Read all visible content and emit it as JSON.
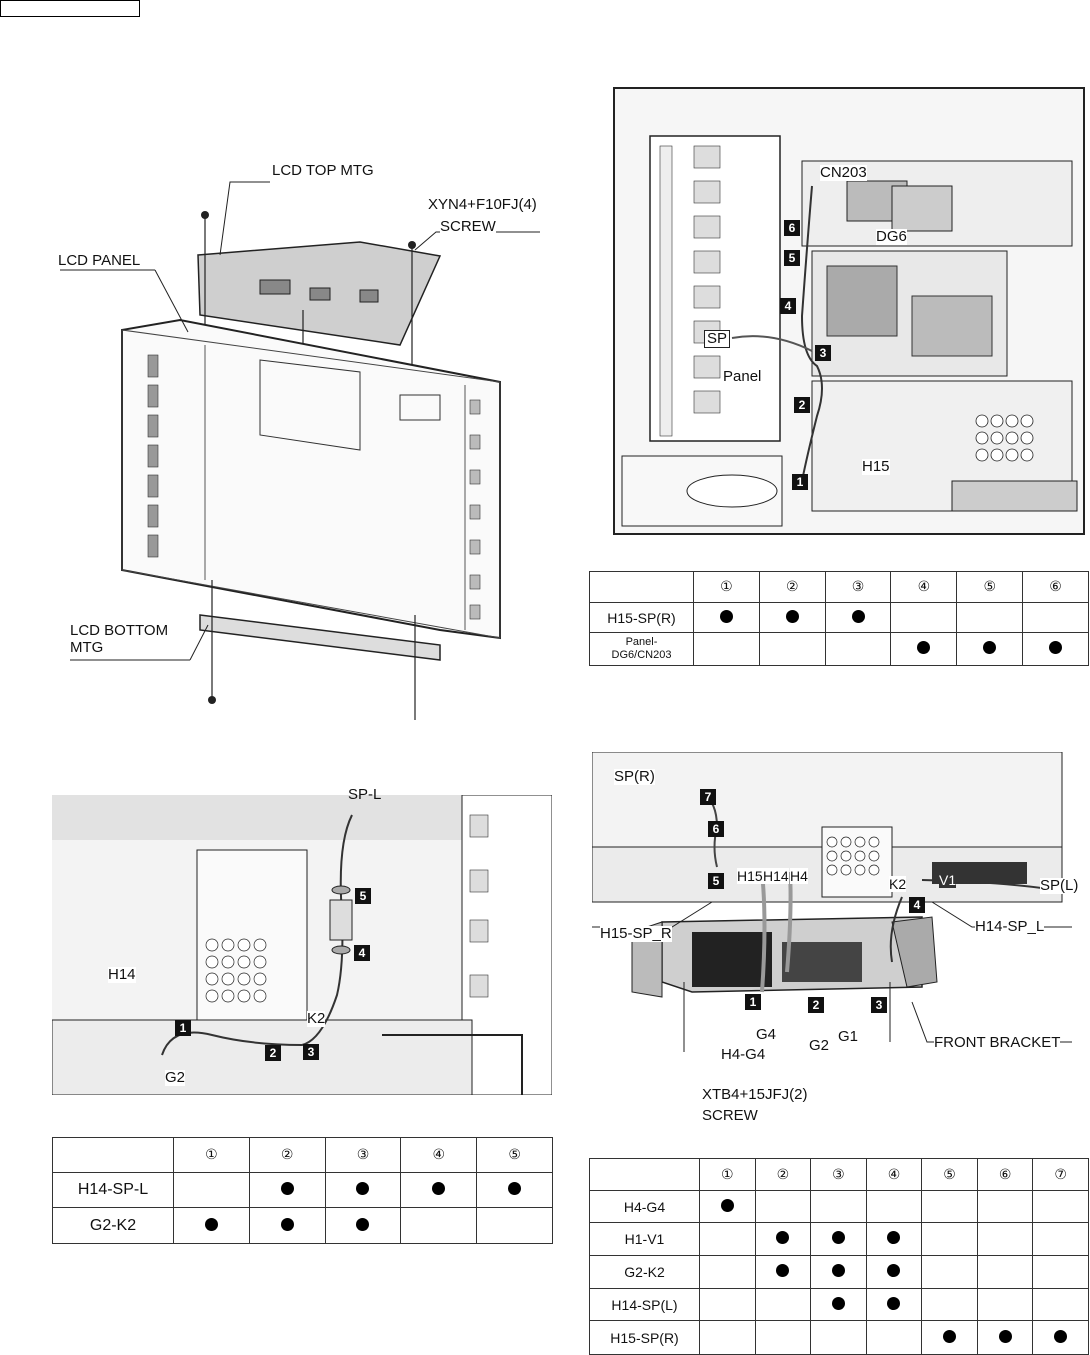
{
  "fig1": {
    "labels": {
      "lcd_top_mtg": "LCD TOP MTG",
      "screw_code": "XYN4+F10FJ(4)",
      "screw": "SCREW",
      "lcd_panel": "LCD PANEL",
      "lcd_bottom_mtg_1": "LCD BOTTOM",
      "lcd_bottom_mtg_2": "MTG"
    }
  },
  "fig2": {
    "labels": {
      "cn203": "CN203",
      "dg6": "DG6",
      "sp": "SP",
      "panel": "Panel",
      "h15": "H15"
    },
    "badges": [
      "1",
      "2",
      "3",
      "4",
      "5",
      "6"
    ]
  },
  "table2": {
    "headers": [
      "①",
      "②",
      "③",
      "④",
      "⑤",
      "⑥"
    ],
    "rows": [
      {
        "name": "H15-SP(R)",
        "cells": [
          true,
          true,
          true,
          false,
          false,
          false
        ]
      },
      {
        "name": "Panel-\nDG6/CN203",
        "name_l1": "Panel-",
        "name_l2": "DG6/CN203",
        "cells": [
          false,
          false,
          false,
          true,
          true,
          true
        ]
      }
    ]
  },
  "fig3": {
    "labels": {
      "sp_l": "SP-L",
      "h14": "H14",
      "k2": "K2",
      "g2": "G2"
    },
    "badges": [
      "1",
      "2",
      "3",
      "4",
      "5"
    ]
  },
  "table3": {
    "headers": [
      "①",
      "②",
      "③",
      "④",
      "⑤"
    ],
    "rows": [
      {
        "name": "H14-SP-L",
        "cells": [
          false,
          true,
          true,
          true,
          true
        ]
      },
      {
        "name": "G2-K2",
        "cells": [
          true,
          true,
          true,
          false,
          false
        ]
      }
    ]
  },
  "fig4": {
    "labels": {
      "sp_r": "SP(R)",
      "sp_l": "SP(L)",
      "h15": "H15",
      "h14": "H14",
      "h4": "H4",
      "k2": "K2",
      "v1": "V1",
      "h15_sp_r": "H15-SP_R",
      "h14_sp_l": "H14-SP_L",
      "g4": "G4",
      "g1": "G1",
      "g2": "G2",
      "h4_g4": "H4-G4",
      "front_bracket": "FRONT BRACKET",
      "screw_code": "XTB4+15JFJ(2)",
      "screw": "SCREW"
    },
    "badges": [
      "1",
      "2",
      "3",
      "4",
      "5",
      "6",
      "7"
    ]
  },
  "table4": {
    "headers": [
      "①",
      "②",
      "③",
      "④",
      "⑤",
      "⑥",
      "⑦"
    ],
    "rows": [
      {
        "name": "H4-G4",
        "cells": [
          true,
          false,
          false,
          false,
          false,
          false,
          false
        ]
      },
      {
        "name": "H1-V1",
        "cells": [
          false,
          true,
          true,
          true,
          false,
          false,
          false
        ]
      },
      {
        "name": "G2-K2",
        "cells": [
          false,
          true,
          true,
          true,
          false,
          false,
          false
        ]
      },
      {
        "name": "H14-SP(L)",
        "cells": [
          false,
          false,
          true,
          true,
          false,
          false,
          false
        ]
      },
      {
        "name": "H15-SP(R)",
        "cells": [
          false,
          false,
          false,
          false,
          true,
          true,
          true
        ]
      }
    ]
  }
}
